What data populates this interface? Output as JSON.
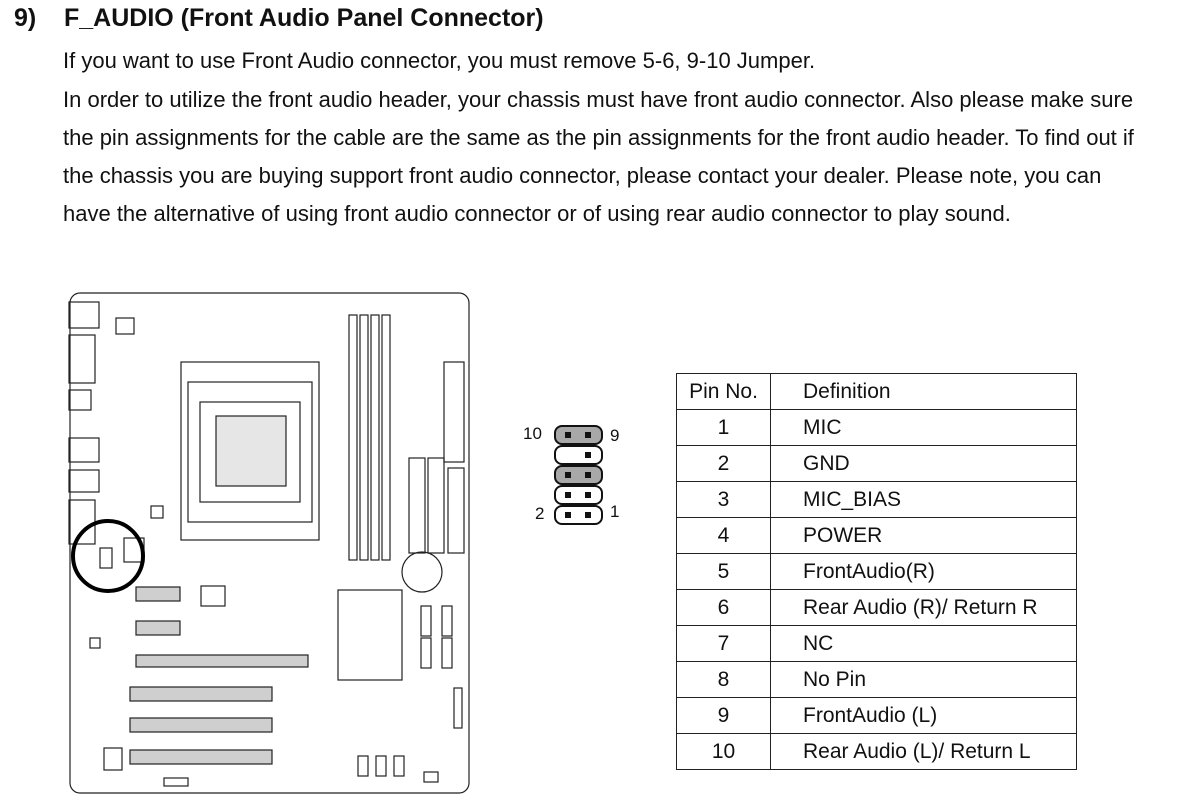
{
  "section": {
    "number": "9)",
    "title": "F_AUDIO (Front Audio Panel Connector)",
    "paragraph1": "If you want to use Front Audio connector, you must remove 5-6, 9-10 Jumper.",
    "paragraph2": "In order to utilize the front audio header, your chassis must have front audio connector. Also please make sure the pin assignments for the cable are the same as the pin assignments for the front audio header. To find out if the chassis you are buying support front audio connector, please contact your dealer. Please note, you can have the alternative of using front audio connector or of using rear audio connector to play sound."
  },
  "header_diagram": {
    "label_top_left": "10",
    "label_top_right": "9",
    "label_bottom_left": "2",
    "label_bottom_right": "1"
  },
  "pin_table": {
    "headers": [
      "Pin No.",
      "Definition"
    ],
    "rows": [
      [
        "1",
        "MIC"
      ],
      [
        "2",
        "GND"
      ],
      [
        "3",
        "MIC_BIAS"
      ],
      [
        "4",
        "POWER"
      ],
      [
        "5",
        "FrontAudio(R)"
      ],
      [
        "6",
        "Rear Audio (R)/ Return R"
      ],
      [
        "7",
        "NC"
      ],
      [
        "8",
        "No Pin"
      ],
      [
        "9",
        "FrontAudio (L)"
      ],
      [
        "10",
        "Rear Audio (L)/ Return L"
      ]
    ]
  }
}
